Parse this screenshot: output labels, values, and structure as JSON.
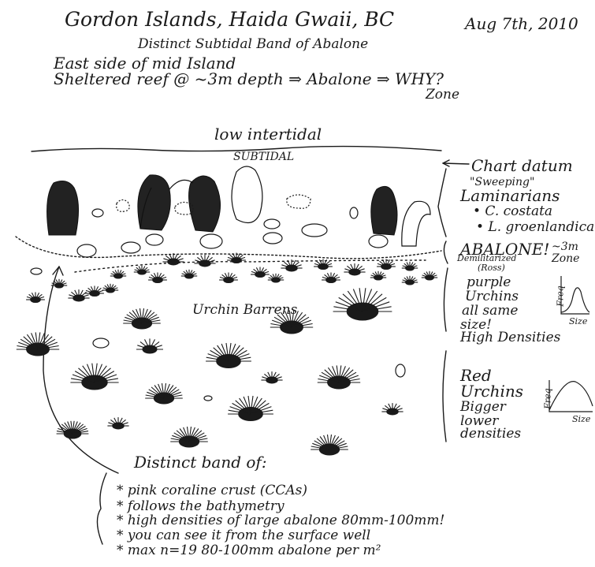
{
  "header": {
    "location": "Gordon Islands, Haida Gwaii, BC",
    "date": "Aug 7th, 2010",
    "subtitle": "Distinct Subtidal Band of Abalone",
    "line1": "East side of mid Island",
    "line2": "Sheltered reef @ ~3m depth ⇒ Abalone ⇒ WHY?",
    "line2_zone": "Zone"
  },
  "diagram": {
    "low_intertidal": "low intertidal",
    "subtidal": "SUBTIDAL",
    "urchin_barrens": "Urchin Barrens"
  },
  "annotations": {
    "chart_datum": "Chart datum",
    "sweeping": "\"Sweeping\"",
    "laminarians": "Laminarians",
    "species_1": "• C. costata",
    "species_2": "• L. groenlandica",
    "abalone_zone": "ABALONE!",
    "abalone_depth": "~3m",
    "abalone_zone_label": "Zone",
    "demilitarized": "Demilitarized",
    "demilitarized_sub": "(Ross)",
    "purple_1": "purple",
    "purple_2": "Urchins",
    "purple_3": "all same",
    "purple_4": "size!",
    "purple_5": "High Densities",
    "red_1": "Red",
    "red_2": "Urchins",
    "red_3": "Bigger",
    "red_4": "lower",
    "red_5": "densities"
  },
  "graphs": {
    "purple": {
      "y_label": "Freq",
      "x_label": "Size"
    },
    "red": {
      "y_label": "Freq",
      "x_label": "Size"
    }
  },
  "footer": {
    "heading": "Distinct band of:",
    "items": [
      "* pink coraline crust (CCAs)",
      "* follows the bathymetry",
      "* high densities of large abalone 80mm-100mm!",
      "* you can see it from the surface well",
      "* max n=19 80-100mm abalone per m²"
    ]
  },
  "colors": {
    "ink": "#1a1a1a",
    "paper": "#ffffff"
  }
}
